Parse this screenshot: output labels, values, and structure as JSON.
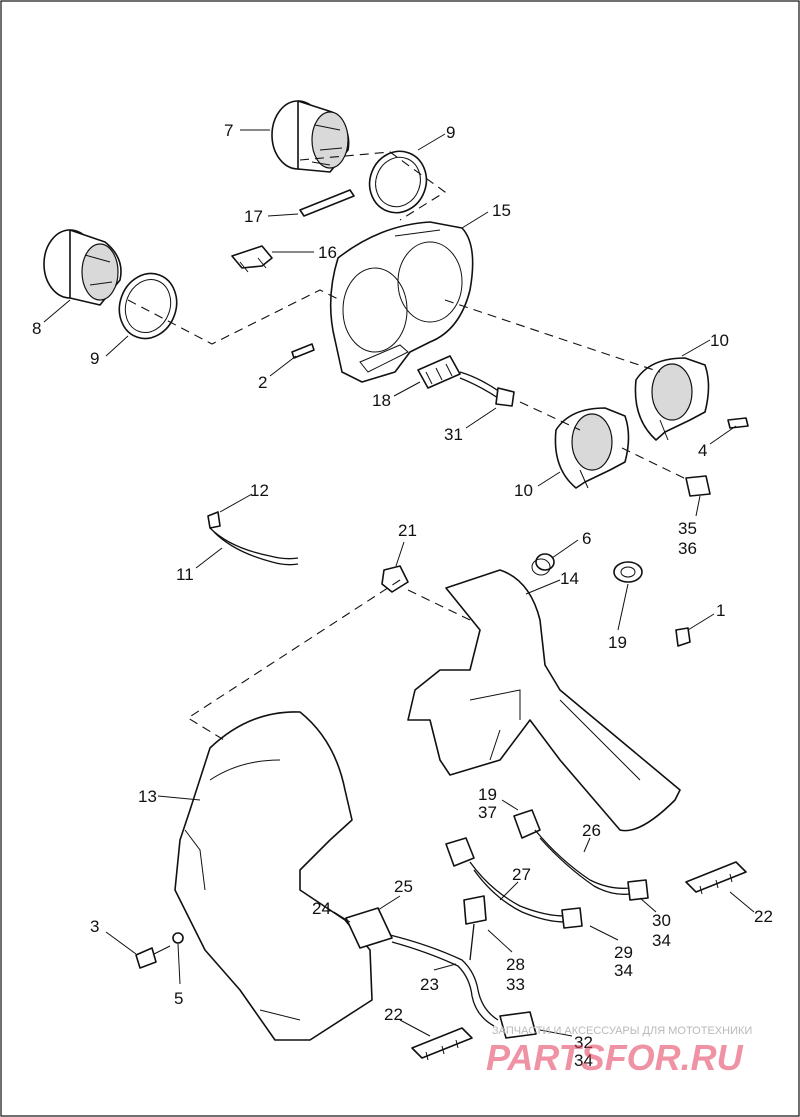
{
  "diagram": {
    "callouts": {
      "c1": "1",
      "c2": "2",
      "c3": "3",
      "c4": "4",
      "c5": "5",
      "c6": "6",
      "c7": "7",
      "c8": "8",
      "c9a": "9",
      "c9b": "9",
      "c10a": "10",
      "c10b": "10",
      "c11": "11",
      "c12": "12",
      "c13": "13",
      "c14": "14",
      "c15": "15",
      "c16": "16",
      "c17": "17",
      "c18": "18",
      "c19a": "19",
      "c19b": "19",
      "c21": "21",
      "c22a": "22",
      "c22b": "22",
      "c23": "23",
      "c24": "24",
      "c25": "25",
      "c26": "26",
      "c27": "27",
      "c28": "28",
      "c29": "29",
      "c30": "30",
      "c31": "31",
      "c32": "32",
      "c33": "33",
      "c34a": "34",
      "c34b": "34",
      "c34c": "34",
      "c35": "35",
      "c36": "36",
      "c37": "37"
    }
  },
  "watermark": {
    "logo": "PARTSFOR.RU",
    "tagline": "ЗАПЧАСТИ И АКСЕССУАРЫ ДЛЯ МОТОТЕХНИКИ"
  },
  "colors": {
    "ink": "#111111",
    "watermark": "#e23a5a",
    "paper": "#ffffff"
  }
}
